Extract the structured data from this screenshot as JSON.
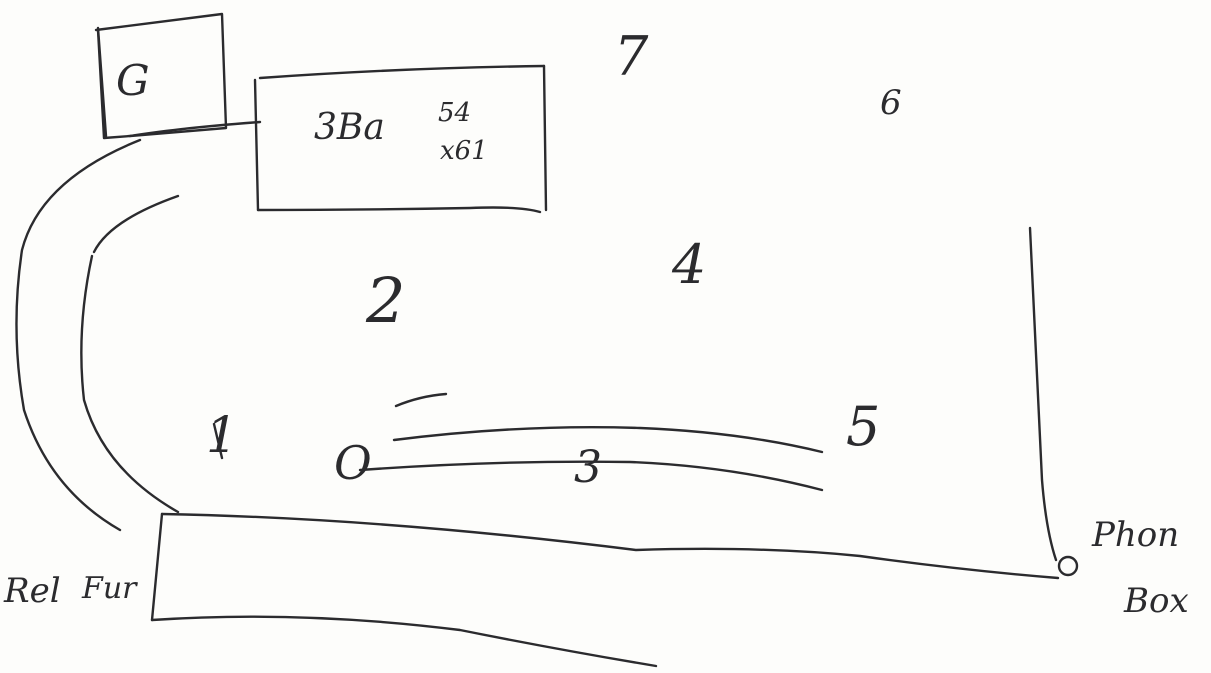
{
  "diagram": {
    "labels": {
      "g_box": "G",
      "main_box": "3Ba",
      "dim_line1": "54",
      "dim_line2": "x61",
      "num_7": "7",
      "num_6": "6",
      "num_4": "4",
      "num_2": "2",
      "num_1": "1",
      "num_0": "O",
      "num_3": "3",
      "num_5": "5",
      "rel_word1": "Rel",
      "rel_word2": "Fur",
      "phone_word1": "Phon",
      "phone_word2": "Box"
    },
    "colors": {
      "ink": "#2b2b2e",
      "paper": "#fdfdfb"
    }
  }
}
